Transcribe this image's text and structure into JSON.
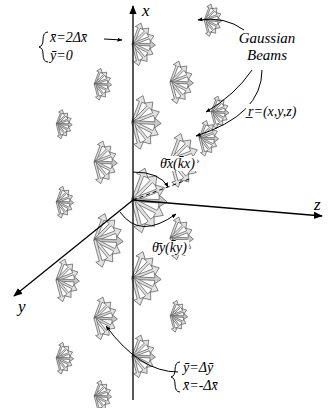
{
  "diagram": {
    "labels": [
      "x",
      "z",
      "y",
      "Gaussian Beams",
      "r̲=(x,y,z)",
      "x̄=2Δx̄",
      "ȳ=0",
      "ȳ=Δȳ",
      "x̄=-Δx̄",
      "θ̄x(k̄x)",
      "θ̄y(k̄y)"
    ]
  }
}
